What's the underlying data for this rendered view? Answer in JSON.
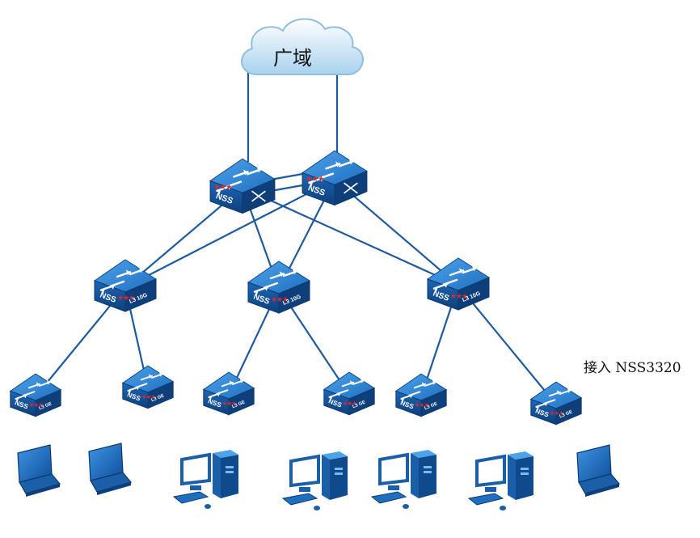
{
  "cloud": {
    "label": "广域",
    "icon": "cloud-icon"
  },
  "side_label": "接入 NSS3320",
  "core_switches": [
    {
      "brand": "NSS",
      "icon": "core-switch-icon"
    },
    {
      "brand": "NSS",
      "icon": "core-switch-icon"
    }
  ],
  "aggregation_switches": [
    {
      "brand": "NSS",
      "model": "L3 10G",
      "icon": "switch-icon"
    },
    {
      "brand": "NSS",
      "model": "L3 10G",
      "icon": "switch-icon"
    },
    {
      "brand": "NSS",
      "model": "L3 10G",
      "icon": "switch-icon"
    }
  ],
  "access_switches": [
    {
      "brand": "NSS",
      "model": "L3 GE",
      "icon": "switch-icon"
    },
    {
      "brand": "NSS",
      "model": "L3 GE",
      "icon": "switch-icon"
    },
    {
      "brand": "NSS",
      "model": "L3 GE",
      "icon": "switch-icon"
    },
    {
      "brand": "NSS",
      "model": "L3 GE",
      "icon": "switch-icon"
    },
    {
      "brand": "NSS",
      "model": "L3 GE",
      "icon": "switch-icon"
    },
    {
      "brand": "NSS",
      "model": "L3 GE",
      "icon": "switch-icon"
    }
  ],
  "end_devices": [
    {
      "type": "laptop",
      "icon": "laptop-icon"
    },
    {
      "type": "laptop",
      "icon": "laptop-icon"
    },
    {
      "type": "desktop",
      "icon": "desktop-pc-icon"
    },
    {
      "type": "desktop",
      "icon": "desktop-pc-icon"
    },
    {
      "type": "desktop",
      "icon": "desktop-pc-icon"
    },
    {
      "type": "desktop",
      "icon": "desktop-pc-icon"
    },
    {
      "type": "laptop",
      "icon": "laptop-icon"
    }
  ],
  "colors": {
    "switch_top": "#2f86d6",
    "switch_side": "#1a5fa8",
    "switch_dark": "#0f3f7a",
    "link": "#1e5b9e",
    "cloud": "#cfe7f7",
    "star": "#e3262b"
  }
}
